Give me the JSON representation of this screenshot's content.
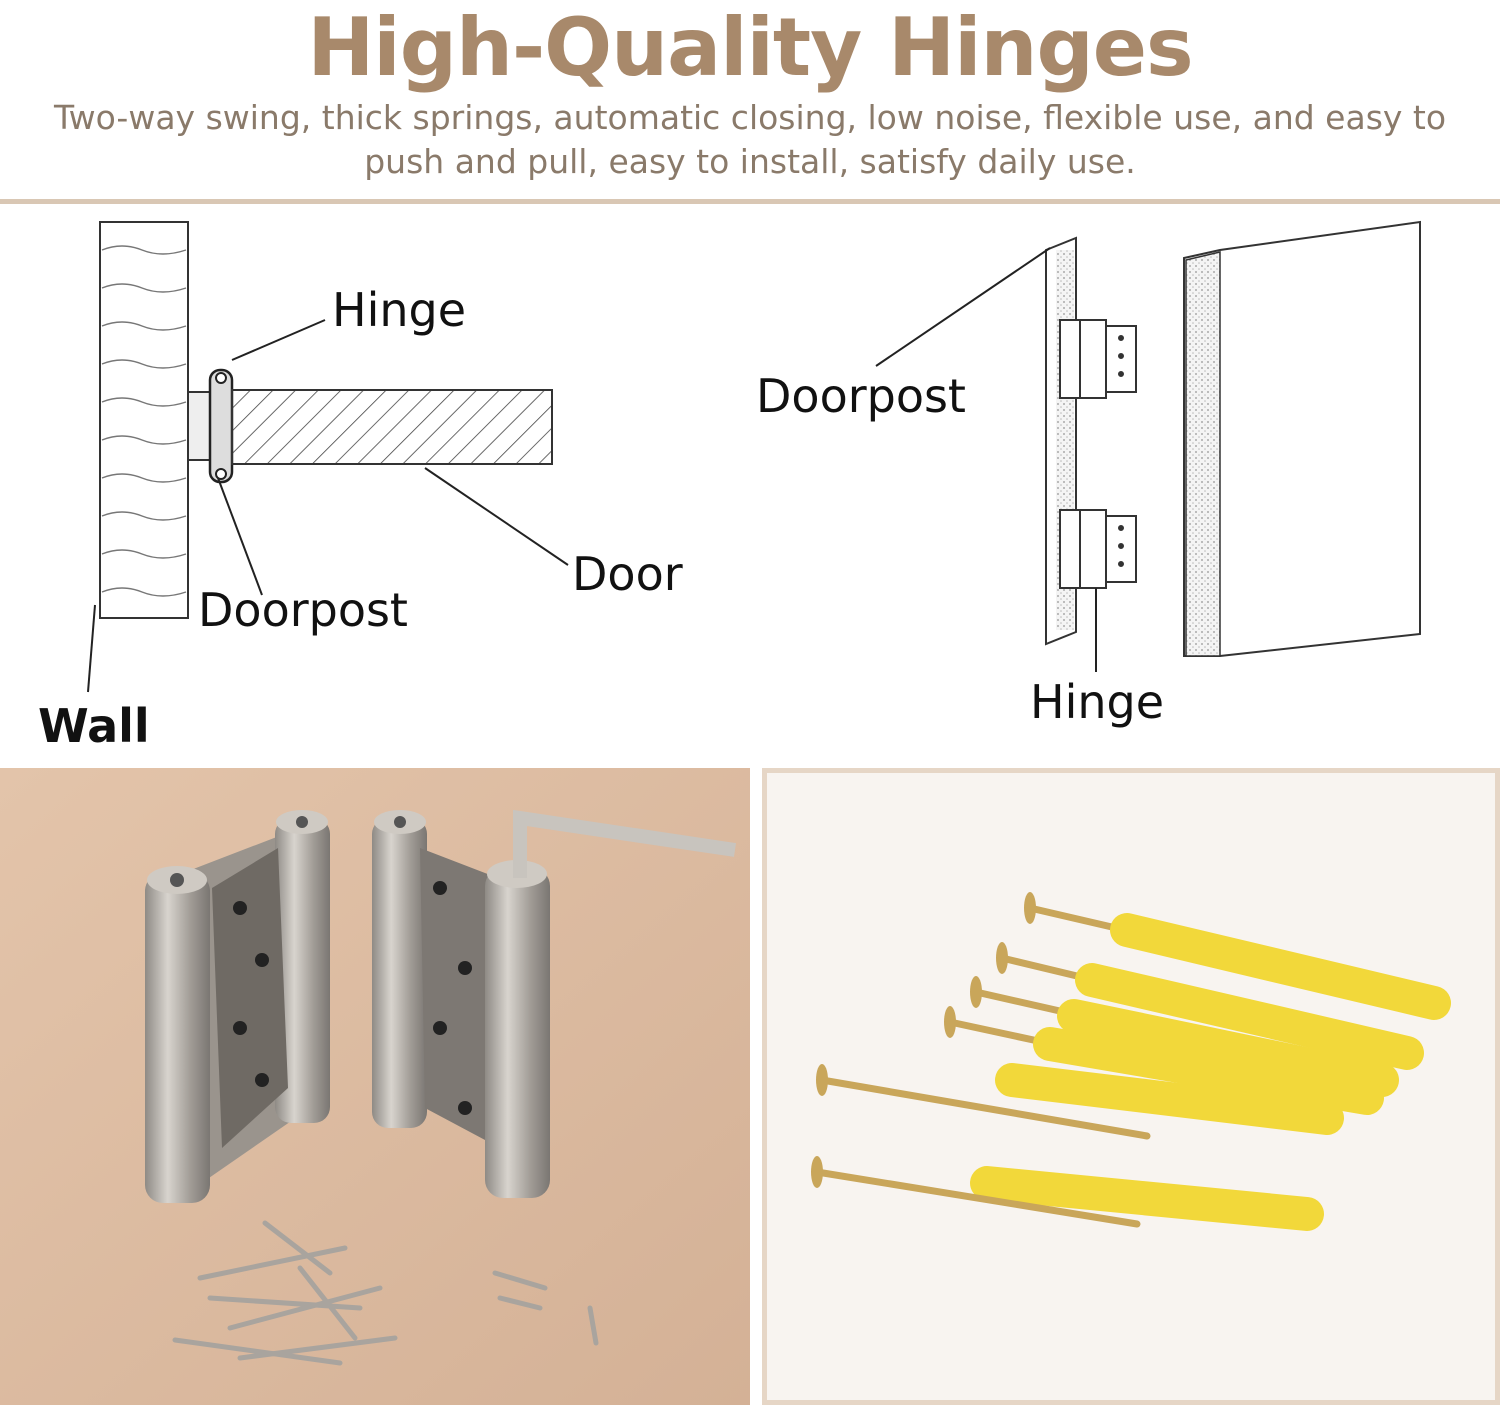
{
  "header": {
    "title": "High-Quality Hinges",
    "subtitle": "Two-way swing, thick springs, automatic closing, low noise, flexible use, and easy to push and pull, easy to install, satisfy daily use."
  },
  "diagram_left": {
    "hinge_label": "Hinge",
    "door_label": "Door",
    "doorpost_label": "Doorpost",
    "wall_label": "Wall"
  },
  "diagram_right": {
    "doorpost_label": "Doorpost",
    "hinge_label": "Hinge"
  },
  "colors": {
    "title": "#a8896b",
    "subtitle": "#8a7a6a",
    "rule": "#d9c7b4",
    "photo_left_bg": "#d9b89c",
    "photo_right_bg": "#f8f4f0",
    "photo_border": "#e6d6c6",
    "anchor_yellow": "#f2d83a",
    "screw_gold": "#c9a65a",
    "steel": "#b0aba4"
  }
}
